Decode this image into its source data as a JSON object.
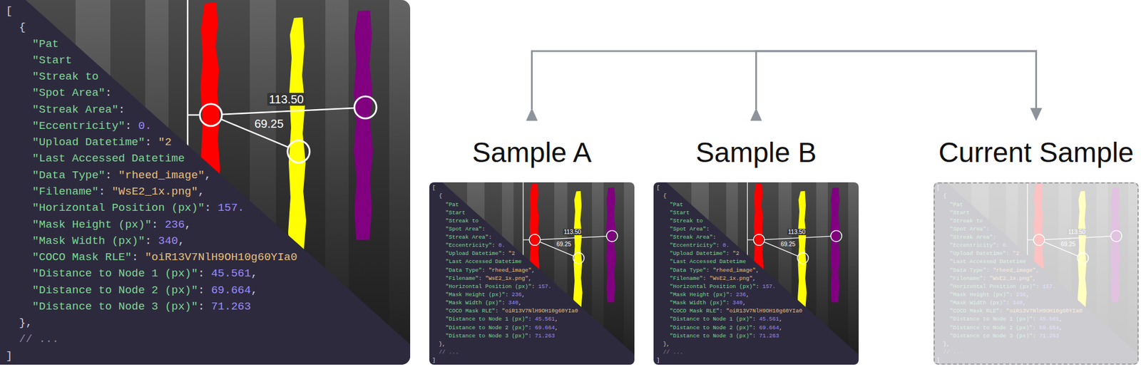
{
  "diagram": {
    "nodes": [
      {
        "text": [
          "[",
          "{",
          "\"Pat",
          "\"Start",
          "\"Streak to",
          "\"Spot Area\":",
          "\"Streak Area\":",
          "\"Eccentricity\": 0.",
          "\"Upload Datetime\": \"2",
          "\"Last Accessed Datetime",
          "\"Data Type\": \"rheed_image\",",
          "\"Filename\": \"WsE2_1x.png\",",
          "\"Horizontal Position (px)\": 157.",
          "\"Mask Height (px)\": 236,",
          "\"Mask Width (px)\": 340,",
          "\"COCO Mask RLE\": \"oiR13V7NlH9OH10g60YIa0",
          "\"Distance to Node 1 (px)\": 45.561,",
          "\"Distance to Node 2 (px)\": 69.664,",
          "\"Distance to Node 3 (px)\": 71.263",
          "},",
          "// ...",
          "]",
          "113.50",
          "69.25"
        ]
      },
      {
        "text": [
          "Sample A",
          "[",
          "{",
          "\"Pat",
          "\"Start",
          "\"Streak to",
          "\"Spot Area\":",
          "\"Streak Area\":",
          "\"Eccentricity\": 0.",
          "\"Upload Datetime\": \"2",
          "\"Last Accessed Datetime",
          "\"Data Type\": \"rheed_image\",",
          "\"Filename\": \"WsE2_1x.png\",",
          "\"Horizontal Position (px)\": 157.",
          "\"Mask Height (px)\": 236,",
          "\"Mask Width (px)\": 340,",
          "\"COCO Mask RLE\": \"oiR13V7NlH9OH10g60YIa0",
          "\"Distance to Node 1 (px)\": 45.561,",
          "\"Distance to Node 2 (px)\": 69.664,",
          "\"Distance to Node 3 (px)\": 71.263",
          "},",
          "// ...",
          "]",
          "113.50",
          "69.25"
        ]
      },
      {
        "text": [
          "Sample B",
          "[",
          "{",
          "\"Pat",
          "\"Start",
          "\"Streak to",
          "\"Spot Area\":",
          "\"Streak Area\":",
          "\"Eccentricity\": 0.",
          "\"Upload Datetime\": \"2",
          "\"Last Accessed Datetime",
          "\"Data Type\": \"rheed_image\",",
          "\"Filename\": \"WsE2_1x.png\",",
          "\"Horizontal Position (px)\": 157.",
          "\"Mask Height (px)\": 236,",
          "\"Mask Width (px)\": 340,",
          "\"COCO Mask RLE\": \"oiR13V7NlH9OH10g60YIa0",
          "\"Distance to Node 1 (px)\": 45.561,",
          "\"Distance to Node 2 (px)\": 69.664,",
          "\"Distance to Node 3 (px)\": 71.263",
          "},",
          "// ...",
          "]",
          "113.50",
          "69.25"
        ]
      },
      {
        "text": [
          "Current Sample",
          "[",
          "{",
          "\"Pat",
          "\"Start",
          "\"Streak to",
          "\"Spot Area\":",
          "\"Streak Area\":",
          "\"Eccentricity\": 0.",
          "\"Upload Datetime\": \"2",
          "\"Last Accessed Datetime",
          "\"Data Type\": \"rheed_image\",",
          "\"Filename\": \"WsE2_1x.png\",",
          "\"Horizontal Position (px)\": 157.",
          "\"Mask Height (px)\": 236,",
          "\"Mask Width (px)\": 340,",
          "\"COCO Mask RLE\": \"oiR13V7NlH9OH10g60YIa0",
          "\"Distance to Node 1 (px)\": 45.561,",
          "\"Distance to Node 2 (px)\": 69.664,",
          "\"Distance to Node 3 (px)\": 71.263",
          "},",
          "// ...",
          "]",
          "113.50",
          "69.25"
        ]
      }
    ],
    "edges": [
      {
        "from": 1,
        "to": 3,
        "arrow": "both"
      },
      {
        "from": 2,
        "to": 3,
        "arrow": "both"
      }
    ]
  }
}
